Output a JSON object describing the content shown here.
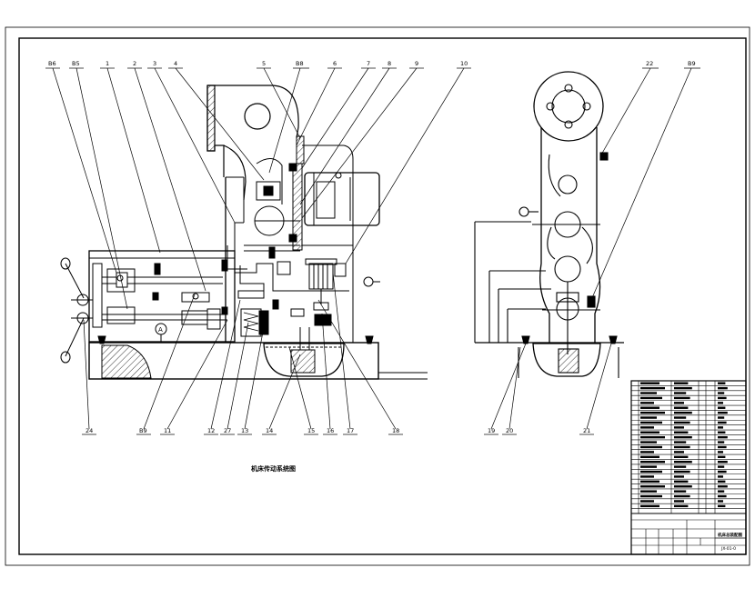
{
  "drawing": {
    "caption": "机床传动系统图",
    "title_block_name": "机床总装配图",
    "drawing_number": "JX-01-0",
    "part_labels_top": [
      "B6",
      "B5",
      "1",
      "2",
      "3",
      "4",
      "5",
      "B8",
      "6",
      "7",
      "8",
      "9",
      "10"
    ],
    "part_labels_side_top": [
      "22",
      "B9"
    ],
    "part_labels_bottom": [
      "24",
      "B9",
      "11",
      "12",
      "27",
      "13",
      "14",
      "15",
      "16",
      "17",
      "18"
    ],
    "part_labels_side_bottom": [
      "19",
      "20",
      "21"
    ],
    "gauge_symbol": "A"
  },
  "colors": {
    "line": "#000000",
    "background": "#ffffff"
  }
}
